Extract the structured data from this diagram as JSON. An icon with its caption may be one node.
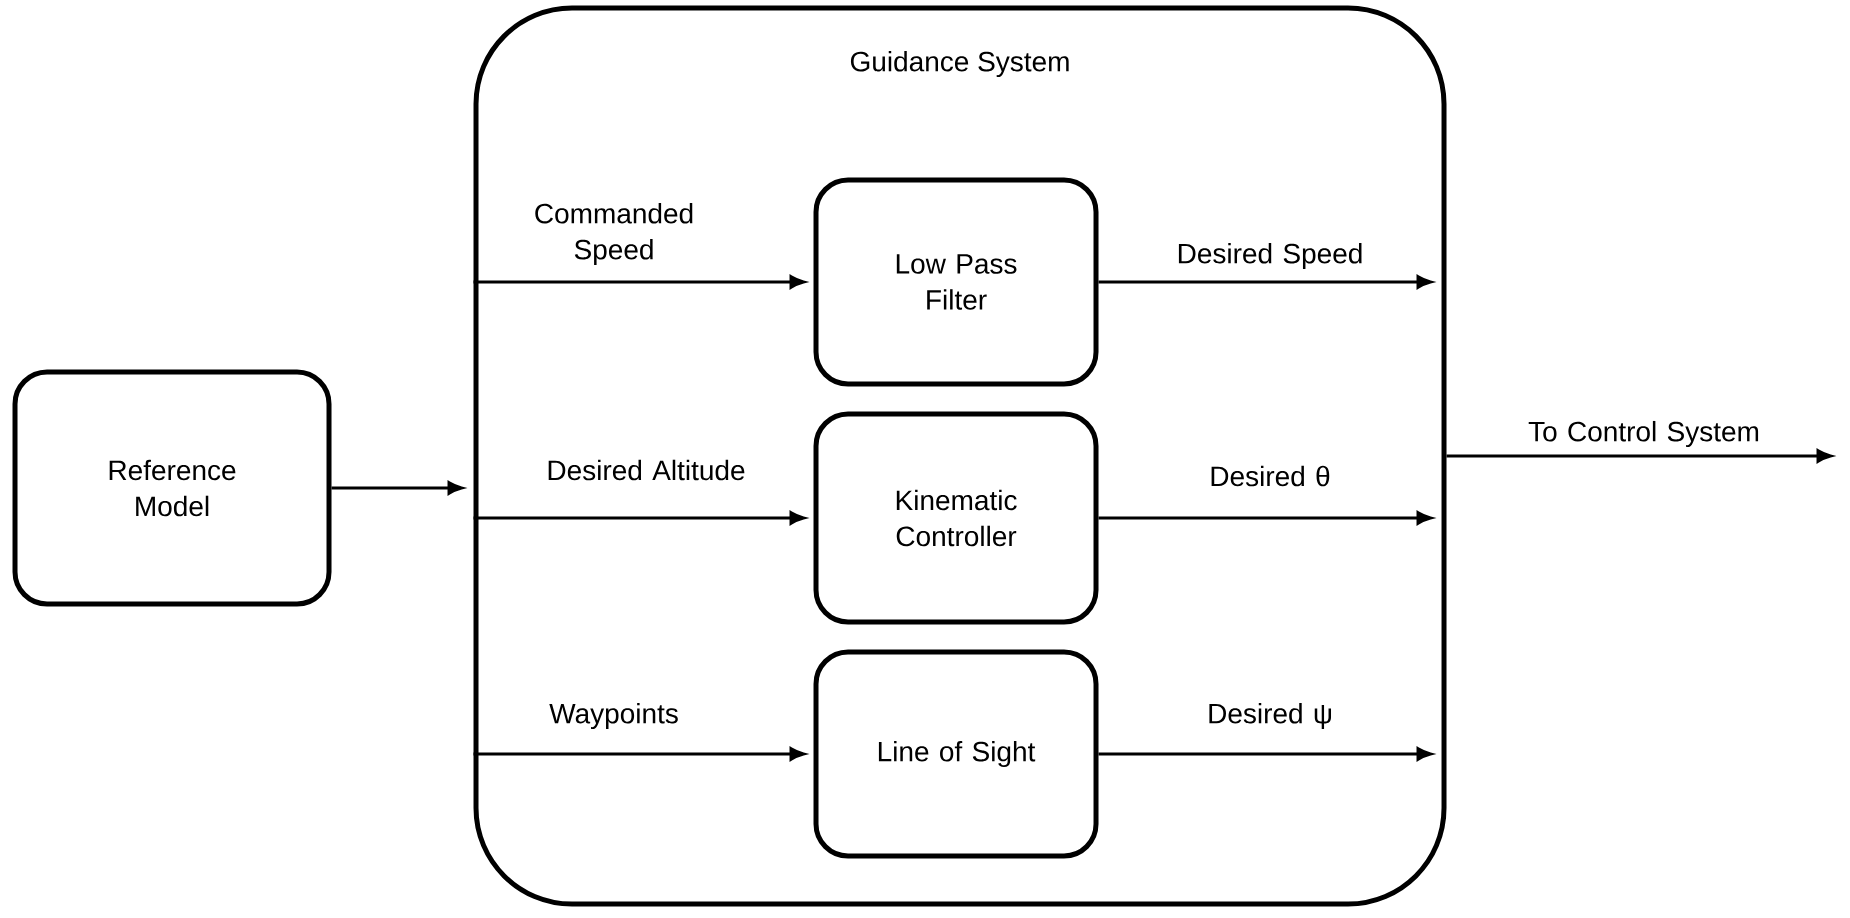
{
  "diagram": {
    "nodes": [
      {
        "text": [
          "Reference Model"
        ]
      },
      {
        "text": [
          "Guidance System"
        ]
      },
      {
        "text": [
          "Low Pass Filter"
        ],
        "in": 1
      },
      {
        "text": [
          "Kinematic Controller"
        ],
        "in": 1
      },
      {
        "text": [
          "Line of Sight"
        ],
        "in": 1
      }
    ],
    "edges": [
      {
        "from": 0,
        "to": 1,
        "arrow": "to"
      },
      {
        "from": 1,
        "to": 2,
        "arrow": "to",
        "label": "Commanded Speed"
      },
      {
        "from": 1,
        "to": 3,
        "arrow": "to",
        "label": "Desired Altitude"
      },
      {
        "from": 1,
        "to": 4,
        "arrow": "to",
        "label": "Waypoints"
      },
      {
        "from": 2,
        "to": null,
        "arrow": "to",
        "label": "Desired Speed"
      },
      {
        "from": 3,
        "to": null,
        "arrow": "to",
        "label": "Desired θ"
      },
      {
        "from": 4,
        "to": null,
        "arrow": "to",
        "label": "Desired ψ"
      },
      {
        "from": 1,
        "to": null,
        "arrow": "to",
        "label": "To Control System"
      }
    ]
  }
}
